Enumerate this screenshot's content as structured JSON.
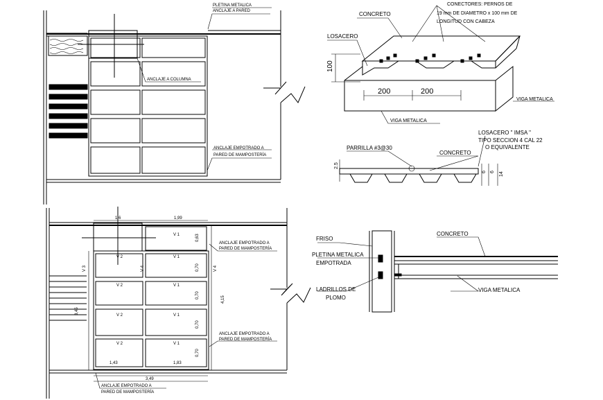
{
  "top_left": {
    "pletina_1": "PLETINA METALICA",
    "pletina_2": "ANCLAJE A PARED",
    "anclaje_columna": "ANCLAJE A COLUMNA",
    "empotrado_1": "ANCLAJE EMPOTRADO A",
    "empotrado_2": "PARED DE MAMPOSTERÍA"
  },
  "bottom_left": {
    "dim_top_1": "1,6",
    "dim_top_2": "1,99",
    "v1_labels": [
      "V 1",
      "V 1",
      "V 1",
      "V 1",
      "V 1"
    ],
    "v2_labels": [
      "V 2",
      "V 2",
      "V 2",
      "V 2"
    ],
    "row_dims": [
      "0,63",
      "0,70",
      "0,70",
      "0,70",
      "0,70"
    ],
    "v3": "V 3",
    "v4a": "V 4",
    "v4b": "V 4",
    "total_height": "4,15",
    "dim_bottom_1": "1,43",
    "dim_bottom_2": "1,83",
    "dim_total": "3,49",
    "left_dim": "3,45",
    "anclaje_r1_1": "ANCLAJE EMPOTRADO A",
    "anclaje_r1_2": "PARED DE MAMPOSTERÍA",
    "anclaje_r2_1": "ANCLAJE EMPOTRADO A",
    "anclaje_r2_2": "PARED DE MAMPOSTERÍA",
    "anclaje_b_1": "ANCLAJE EMPOTRADO A",
    "anclaje_b_2": "PARED DE MAMPOSTERÍA"
  },
  "iso": {
    "concreto": "CONCRETO",
    "conectores_1": "CONECTORES:  PERNOS DE",
    "conectores_2": "19 mm DE DIAMETRO x 100 mm DE",
    "conectores_3": "LONGITUD CON CABEZA",
    "losacero": "LOSACERO",
    "dim_100": "100",
    "dim_200a": "200",
    "dim_200b": "200",
    "viga_metalica_1": "VIGA METALICA",
    "viga_metalica_2": "VIGA METALICA"
  },
  "section": {
    "losacero_1": "LOSACERO \" IMSA \"",
    "losacero_2": "TIPO SECCION 4 CAL 22",
    "losacero_3": "O EQUIVALENTE",
    "parrilla": "PARRILLA #3@30",
    "concreto": "CONCRETO",
    "dim_25": "2.5",
    "dim_6a": "6",
    "dim_6b": "6",
    "dim_14": "14"
  },
  "detail": {
    "friso": "FRISO",
    "pletina_1": "PLETINA METALICA",
    "pletina_2": "EMPOTRADA",
    "ladrillos_1": "LADRILLOS DE",
    "ladrillos_2": "PLOMO",
    "concreto": "CONCRETO",
    "viga": "VIGA METALICA"
  }
}
